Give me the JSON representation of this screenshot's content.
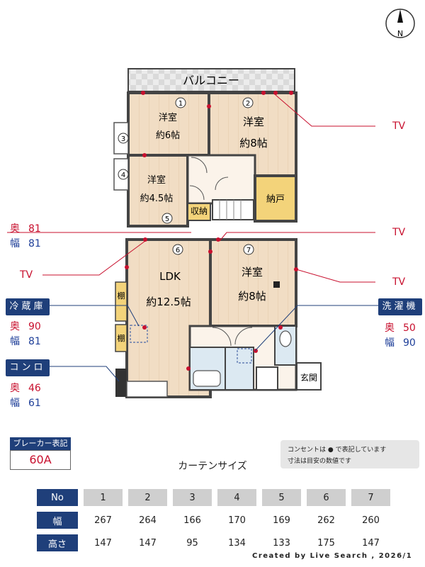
{
  "compass": {
    "letter": "N"
  },
  "rooms": {
    "balcony": "バルコニー",
    "r1": {
      "name": "洋室",
      "size": "約6帖"
    },
    "r2": {
      "name": "洋室",
      "size": "約8帖"
    },
    "r4": {
      "name": "洋室",
      "size": "約4.5帖"
    },
    "closet": "納戸",
    "storage": "収納",
    "ldk": {
      "name": "LDK",
      "size": "約12.5帖"
    },
    "r7": {
      "name": "洋室",
      "size": "約8帖"
    },
    "shelf": "棚",
    "entrance": "玄関"
  },
  "window_numbers": [
    "1",
    "2",
    "3",
    "4",
    "5",
    "6",
    "7"
  ],
  "tv_labels": [
    "TV",
    "TV",
    "TV",
    "TV"
  ],
  "dims": {
    "left_top": {
      "depth_label": "奥",
      "depth": "81",
      "width_label": "幅",
      "width": "81"
    },
    "fridge": {
      "title": "冷蔵庫",
      "depth_label": "奥",
      "depth": "90",
      "width_label": "幅",
      "width": "81"
    },
    "stove": {
      "title": "コンロ",
      "depth_label": "奥",
      "depth": "46",
      "width_label": "幅",
      "width": "61"
    },
    "washer": {
      "title": "洗濯機",
      "depth_label": "奥",
      "depth": "50",
      "width_label": "幅",
      "width": "90"
    }
  },
  "breaker": {
    "title": "ブレーカー表記",
    "value": "60A"
  },
  "notes": {
    "line1": "コンセントは ● で表記しています",
    "line2": "寸法は目安の数値です"
  },
  "curtain": {
    "title": "カーテンサイズ",
    "headers": {
      "no": "No",
      "width": "幅",
      "height": "高さ"
    },
    "nos": [
      "1",
      "2",
      "3",
      "4",
      "5",
      "6",
      "7"
    ],
    "widths": [
      "267",
      "264",
      "166",
      "170",
      "169",
      "262",
      "260"
    ],
    "heights": [
      "147",
      "147",
      "95",
      "134",
      "133",
      "175",
      "147"
    ]
  },
  "credit": "Created by Live Search , 2026/1",
  "colors": {
    "navy": "#1f3f7a",
    "red": "#c8102e",
    "blue": "#1f3f99",
    "floor": "#f1ddc4",
    "closet": "#f3d37a"
  }
}
